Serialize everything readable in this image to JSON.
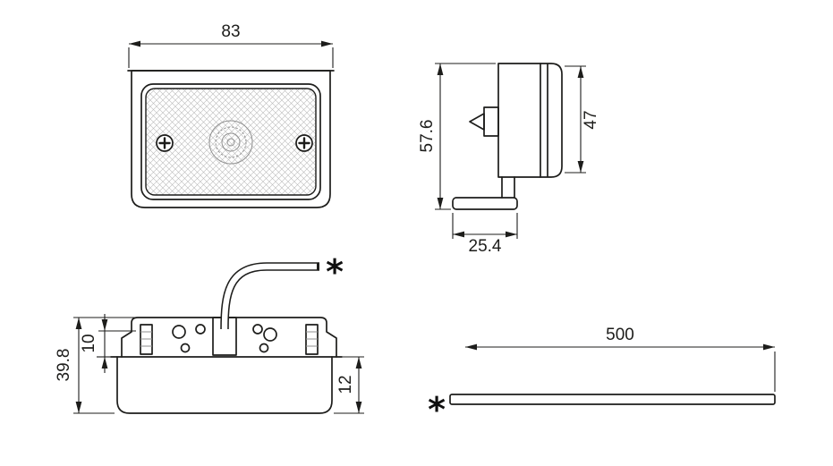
{
  "colors": {
    "line": "#1d1d1b",
    "texture": "#b8b8b8"
  },
  "drawing": {
    "front_view": {
      "width": "83"
    },
    "side_view": {
      "overall_height": "57.6",
      "lens_height": "47",
      "bracket_depth": "25.4"
    },
    "section_view": {
      "overall_height": "39.8",
      "clip_height": "10",
      "base_height": "12",
      "cable_marker": "*"
    },
    "cable_view": {
      "length": "500",
      "marker": "*"
    }
  }
}
